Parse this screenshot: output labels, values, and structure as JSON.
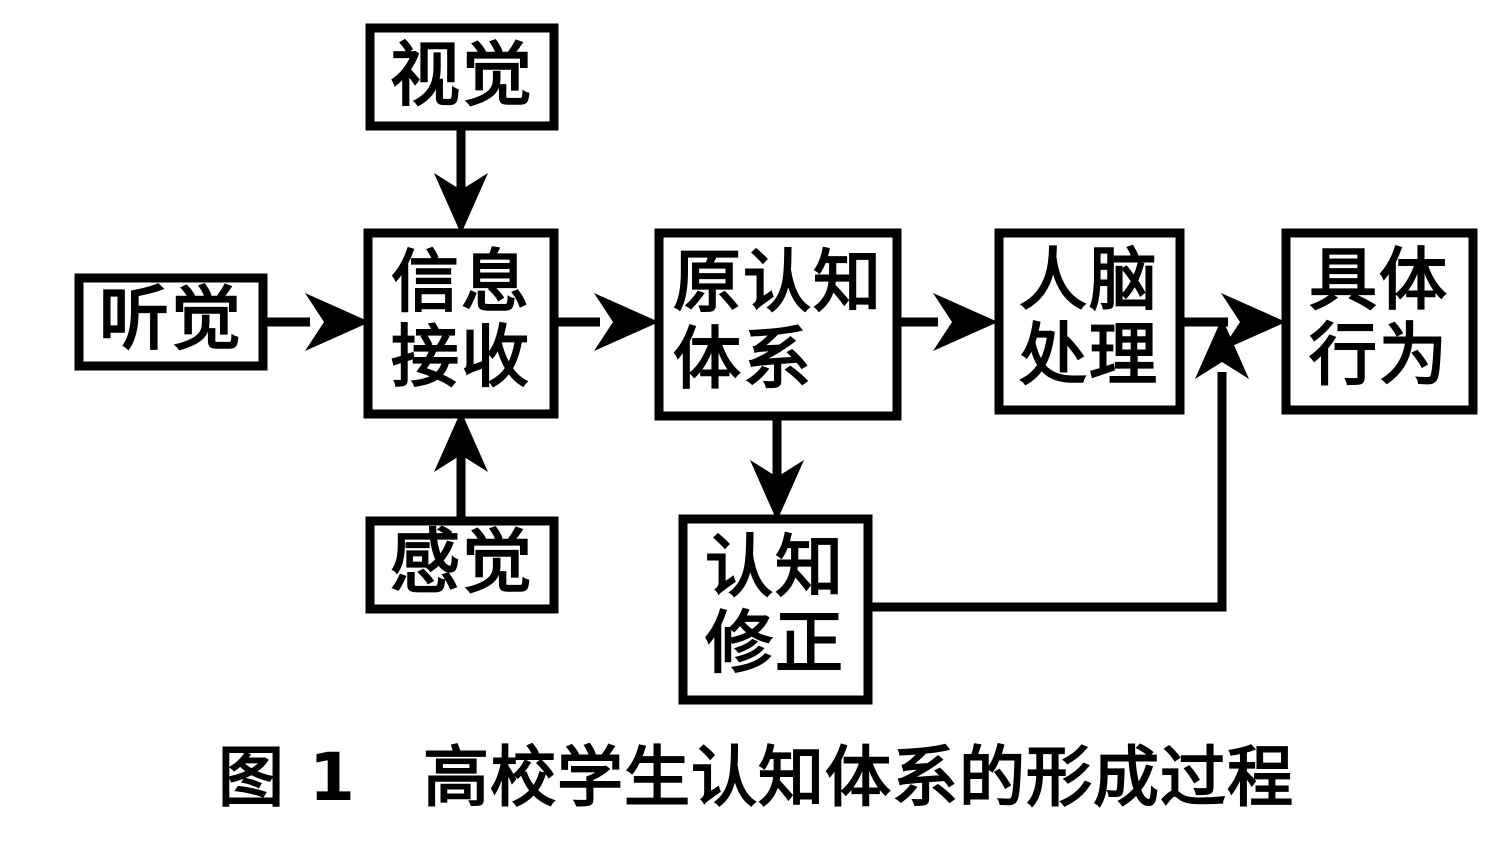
{
  "figure": {
    "caption": "图 1　高校学生认知体系的形成过程",
    "caption_label": "图 1",
    "caption_title": "高校学生认知体系的形成过程",
    "background_color": "#ffffff",
    "line_color": "#000000"
  },
  "nodes": {
    "vision": {
      "label": "视觉",
      "lines": [
        "视觉"
      ]
    },
    "hearing": {
      "label": "听觉",
      "lines": [
        "听觉"
      ]
    },
    "sensation": {
      "label": "感觉",
      "lines": [
        "感觉"
      ]
    },
    "info_reception": {
      "label": "信息接收",
      "lines": [
        "信息",
        "接收"
      ]
    },
    "original_cognition": {
      "label": "原认知体系",
      "lines": [
        "原认知",
        "体系"
      ]
    },
    "brain_processing": {
      "label": "人脑处理",
      "lines": [
        "人脑",
        "处理"
      ]
    },
    "cognitive_revision": {
      "label": "认知修正",
      "lines": [
        "认知",
        "修正"
      ]
    },
    "concrete_behavior": {
      "label": "具体行为",
      "lines": [
        "具体",
        "行为"
      ]
    }
  },
  "edges": [
    {
      "from": "vision",
      "to": "info_reception",
      "direction": "down"
    },
    {
      "from": "hearing",
      "to": "info_reception",
      "direction": "right"
    },
    {
      "from": "sensation",
      "to": "info_reception",
      "direction": "up"
    },
    {
      "from": "info_reception",
      "to": "original_cognition",
      "direction": "right"
    },
    {
      "from": "original_cognition",
      "to": "brain_processing",
      "direction": "right"
    },
    {
      "from": "original_cognition",
      "to": "cognitive_revision",
      "direction": "down"
    },
    {
      "from": "brain_processing",
      "to": "concrete_behavior",
      "direction": "right"
    },
    {
      "from": "cognitive_revision",
      "to": "brain_processing_output",
      "direction": "up-feedback"
    }
  ]
}
